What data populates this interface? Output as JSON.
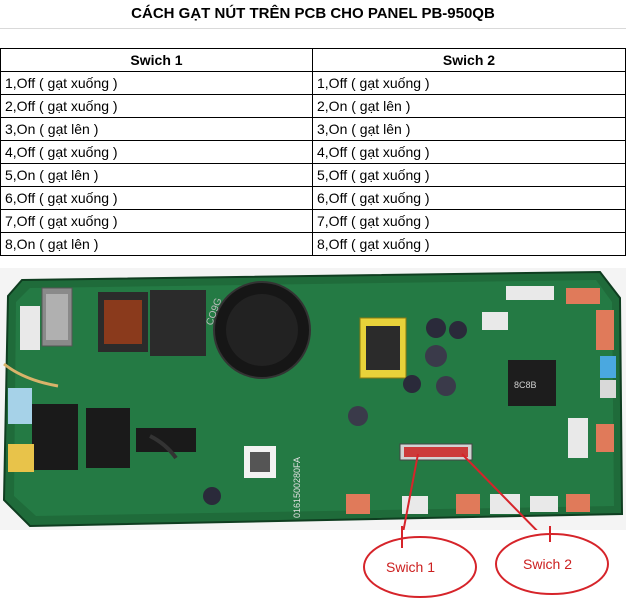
{
  "title": "CÁCH GẠT NÚT TRÊN PCB CHO PANEL PB-950QB",
  "table": {
    "headers": [
      "Swich 1",
      "Swich 2"
    ],
    "rows": [
      [
        "1,Off ( gạt xuống )",
        "1,Off ( gạt xuống )"
      ],
      [
        "2,Off ( gạt xuống )",
        "2,On ( gạt lên )"
      ],
      [
        "3,On ( gạt lên )",
        "3,On ( gạt lên )"
      ],
      [
        "4,Off ( gạt xuống )",
        "4,Off ( gạt xuống )"
      ],
      [
        "5,On ( gạt lên )",
        "5,Off ( gạt xuống )"
      ],
      [
        "6,Off ( gạt xuống )",
        "6,Off ( gạt xuống )"
      ],
      [
        "7,Off ( gạt xuống )",
        "7,Off ( gạt xuống )"
      ],
      [
        "8,On ( gạt lên )",
        "8,Off ( gạt xuống )"
      ]
    ]
  },
  "photo": {
    "board_labels": [
      "CO9G",
      "8C8B",
      "0161500280FA"
    ],
    "callouts": [
      "Swich 1",
      "Swich 2"
    ]
  },
  "colors": {
    "pcb": "#1f6b3a",
    "callout": "#d6242a"
  }
}
